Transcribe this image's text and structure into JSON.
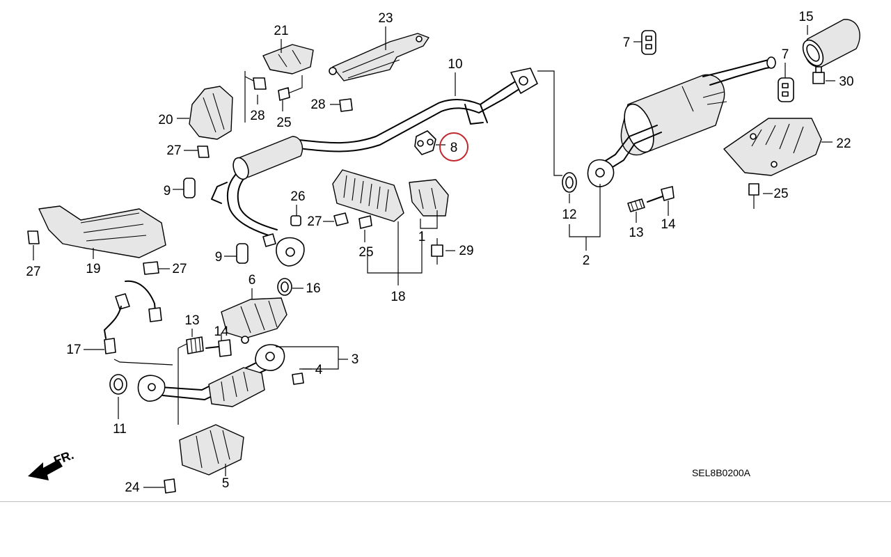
{
  "diagram": {
    "code": "SEL8B0200A",
    "front_marker": "FR.",
    "highlight_color": "#c0282d",
    "highlighted_part": "8",
    "callouts": {
      "c1": "1",
      "c2": "2",
      "c3": "3",
      "c4": "4",
      "c5": "5",
      "c6": "6",
      "c7a": "7",
      "c7b": "7",
      "c8": "8",
      "c9a": "9",
      "c9b": "9",
      "c10": "10",
      "c11": "11",
      "c12": "12",
      "c13a": "13",
      "c13b": "13",
      "c14a": "14",
      "c14b": "14",
      "c15": "15",
      "c16": "16",
      "c17": "17",
      "c18": "18",
      "c19": "19",
      "c20": "20",
      "c21": "21",
      "c22": "22",
      "c23": "23",
      "c24": "24",
      "c25a": "25",
      "c25b": "25",
      "c25c": "25",
      "c26": "26",
      "c27a": "27",
      "c27b": "27",
      "c27c": "27",
      "c27d": "27",
      "c28a": "28",
      "c28b": "28",
      "c29": "29",
      "c30": "30"
    }
  }
}
